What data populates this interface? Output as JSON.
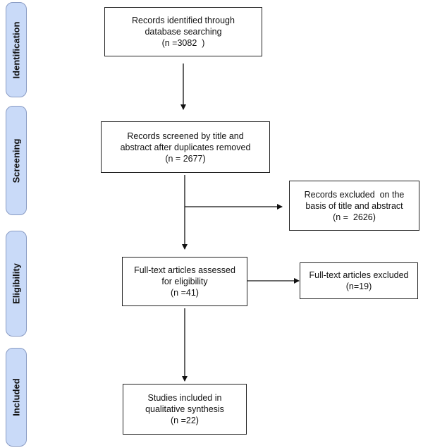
{
  "phases": {
    "identification": "Identification",
    "screening": "Screening",
    "eligibility": "Eligibility",
    "included": "Included"
  },
  "boxes": {
    "identified": {
      "line1": "Records identified through",
      "line2": "database searching",
      "line3": "(n =3082  )"
    },
    "screened": {
      "line1": "Records screened by title and",
      "line2": "abstract after duplicates removed",
      "line3": "(n = 2677)"
    },
    "excluded_title": {
      "line1": "Records excluded  on the",
      "line2": "basis of title and abstract",
      "line3": "(n =  2626)"
    },
    "fulltext_assessed": {
      "line1": "Full-text articles assessed",
      "line2": "for eligibility",
      "line3": "(n =41)"
    },
    "fulltext_excluded": {
      "line1": "Full-text articles excluded",
      "line2": "(n=19)"
    },
    "included": {
      "line1": "Studies included in",
      "line2": "qualitative synthesis",
      "line3": "(n =22)"
    }
  },
  "colors": {
    "phase_fill": "#c9daf8",
    "phase_border": "#8a9cc4",
    "box_border": "#222222",
    "arrow": "#111111"
  }
}
